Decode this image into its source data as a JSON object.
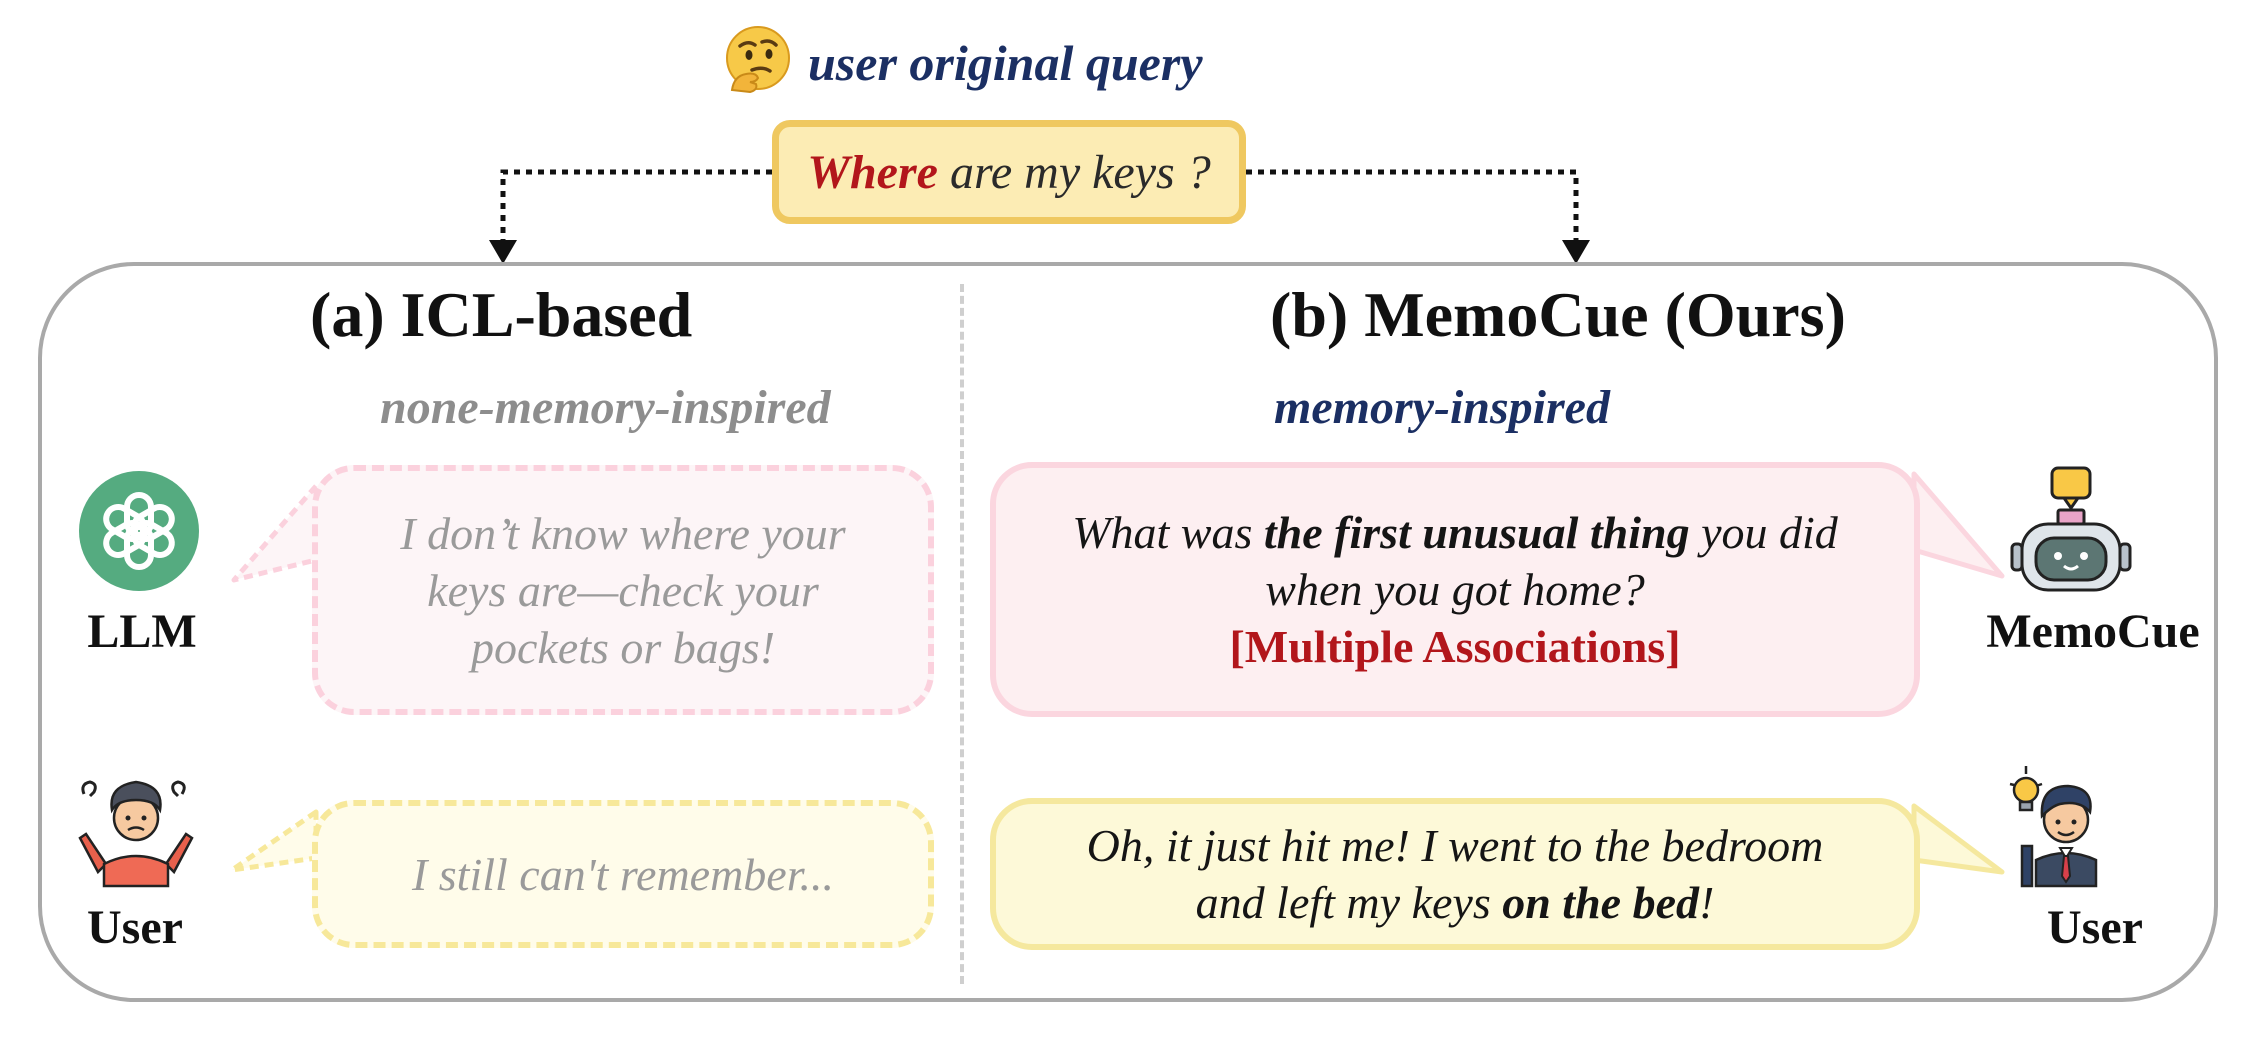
{
  "query": {
    "caption": "user original query",
    "where": "Where",
    "rest": " are my keys ?"
  },
  "left": {
    "title": "(a) ICL-based",
    "subtitle": "none-memory-inspired",
    "llm_label": "LLM",
    "llm_response": "I don’t know where your keys are—check your pockets or bags!",
    "user_label": "User",
    "user_reply": "I still can't remember..."
  },
  "right": {
    "title": "(b) MemoCue (Ours)",
    "subtitle": "memory-inspired",
    "memocue_label": "MemoCue",
    "cue_part1": "What was ",
    "cue_bold": "the first unusual thing",
    "cue_part2": " you did when you got home?",
    "cue_tag": "[Multiple Associations]",
    "user_label": "User",
    "reply_part1": "Oh, it just hit me! I went to the bedroom and left my keys ",
    "reply_bold": "on the bed",
    "reply_part2": "!"
  },
  "colors": {
    "accent_red": "#b2161b",
    "navy": "#1b2f63",
    "query_fill": "#fcecb4",
    "query_border": "#efc860",
    "pink_fill": "#fdeff1",
    "yellow_fill": "#fdf9d8"
  },
  "icons": [
    "thinking-face-icon",
    "openai-logo-icon",
    "frustrated-user-icon",
    "robot-icon",
    "idea-user-icon"
  ]
}
